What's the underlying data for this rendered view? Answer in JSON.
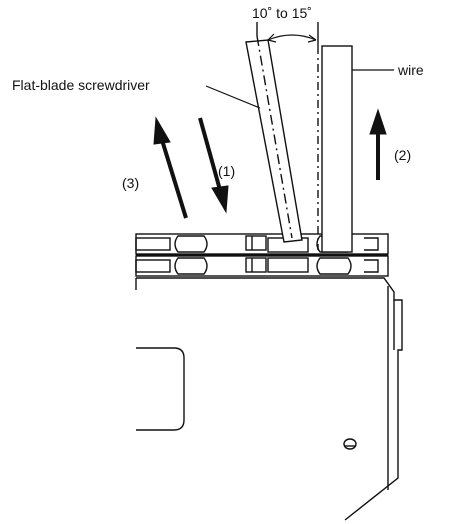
{
  "labels": {
    "angle": "10˚ to 15˚",
    "screwdriver": "Flat-blade screwdriver",
    "wire": "wire",
    "step1": "(1)",
    "step2": "(2)",
    "step3": "(3)"
  },
  "colors": {
    "stroke": "#111111",
    "fill": "#ffffff"
  }
}
